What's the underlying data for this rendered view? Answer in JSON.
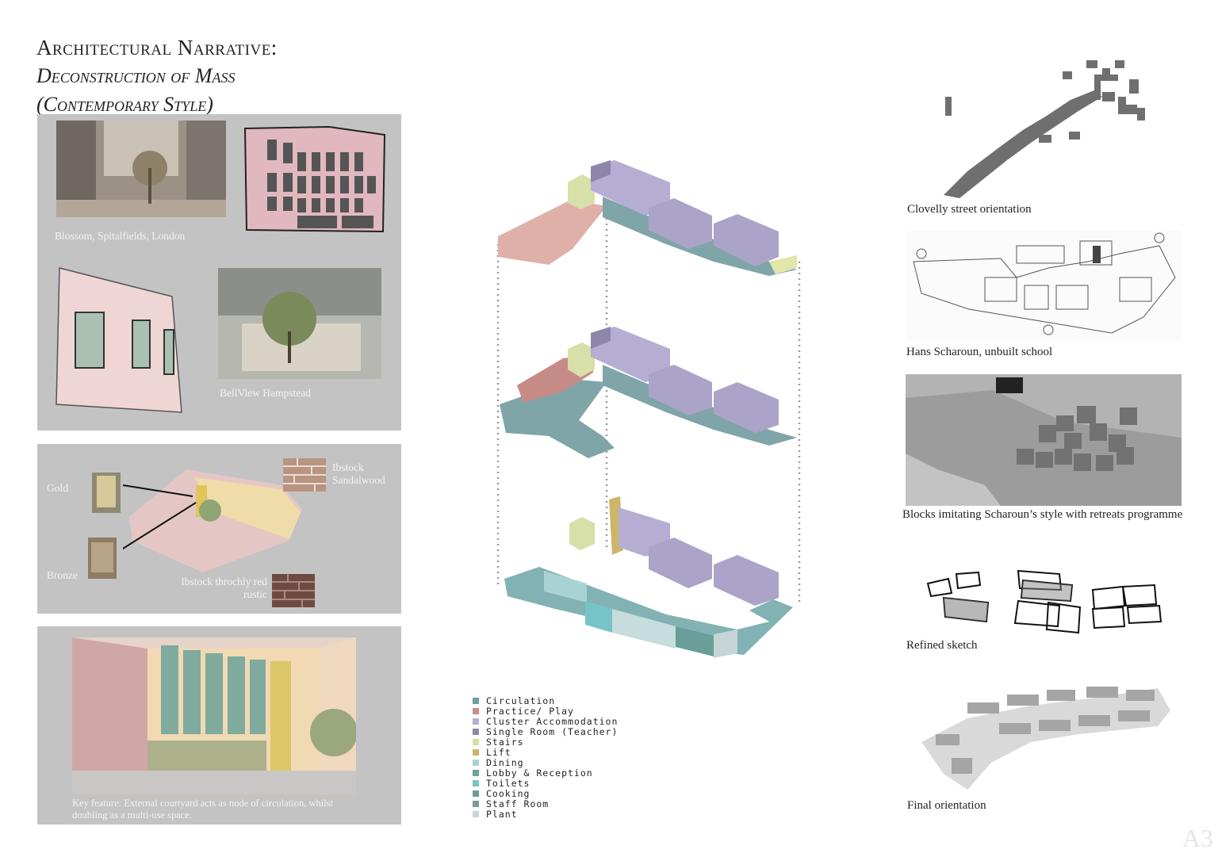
{
  "title": {
    "line1": "Architectural Narrative:",
    "line2": "Deconstruction of Mass",
    "line3": "(Contemporary Style)"
  },
  "precedents": {
    "caption_blossom": "Blossom, Spitalfields, London",
    "caption_bellview": "BellView Hampstead"
  },
  "materials": {
    "gold": "Gold",
    "bronze": "Bronze",
    "brick1_line1": "Ibstock",
    "brick1_line2": "Sandalwood",
    "brick2_line1": "Ibstock throchly red",
    "brick2_line2": "rustic"
  },
  "courtyard": {
    "caption_line1": "Key feature: External courtyard acts as node of circulation, whilst",
    "caption_line2": "doubling as a multi-use space."
  },
  "legend": [
    {
      "label": "Circulation",
      "color": "#6e9fa5"
    },
    {
      "label": "Practice/ Play",
      "color": "#c98f89"
    },
    {
      "label": "Cluster Accommodation",
      "color": "#b6aed2"
    },
    {
      "label": "Single Room (Teacher)",
      "color": "#8d86aa"
    },
    {
      "label": "Stairs",
      "color": "#d7dea2"
    },
    {
      "label": "Lift",
      "color": "#cdb56a"
    },
    {
      "label": "Dining",
      "color": "#a9d3d3"
    },
    {
      "label": "Lobby & Reception",
      "color": "#6fa19c"
    },
    {
      "label": "Toilets",
      "color": "#76c4c8"
    },
    {
      "label": "Cooking",
      "color": "#6a9e98"
    },
    {
      "label": "Staff Room",
      "color": "#7a9a94"
    },
    {
      "label": "Plant",
      "color": "#c7d5d8"
    }
  ],
  "right_column": {
    "clovelly": "Clovelly street orientation",
    "scharoun": "Hans Scharoun, unbuilt school",
    "blocks": "Blocks imitating Scharoun’s style with retreats programme",
    "sketch": "Refined sketch",
    "final": "Final orientation"
  },
  "sheet_label": "A3"
}
